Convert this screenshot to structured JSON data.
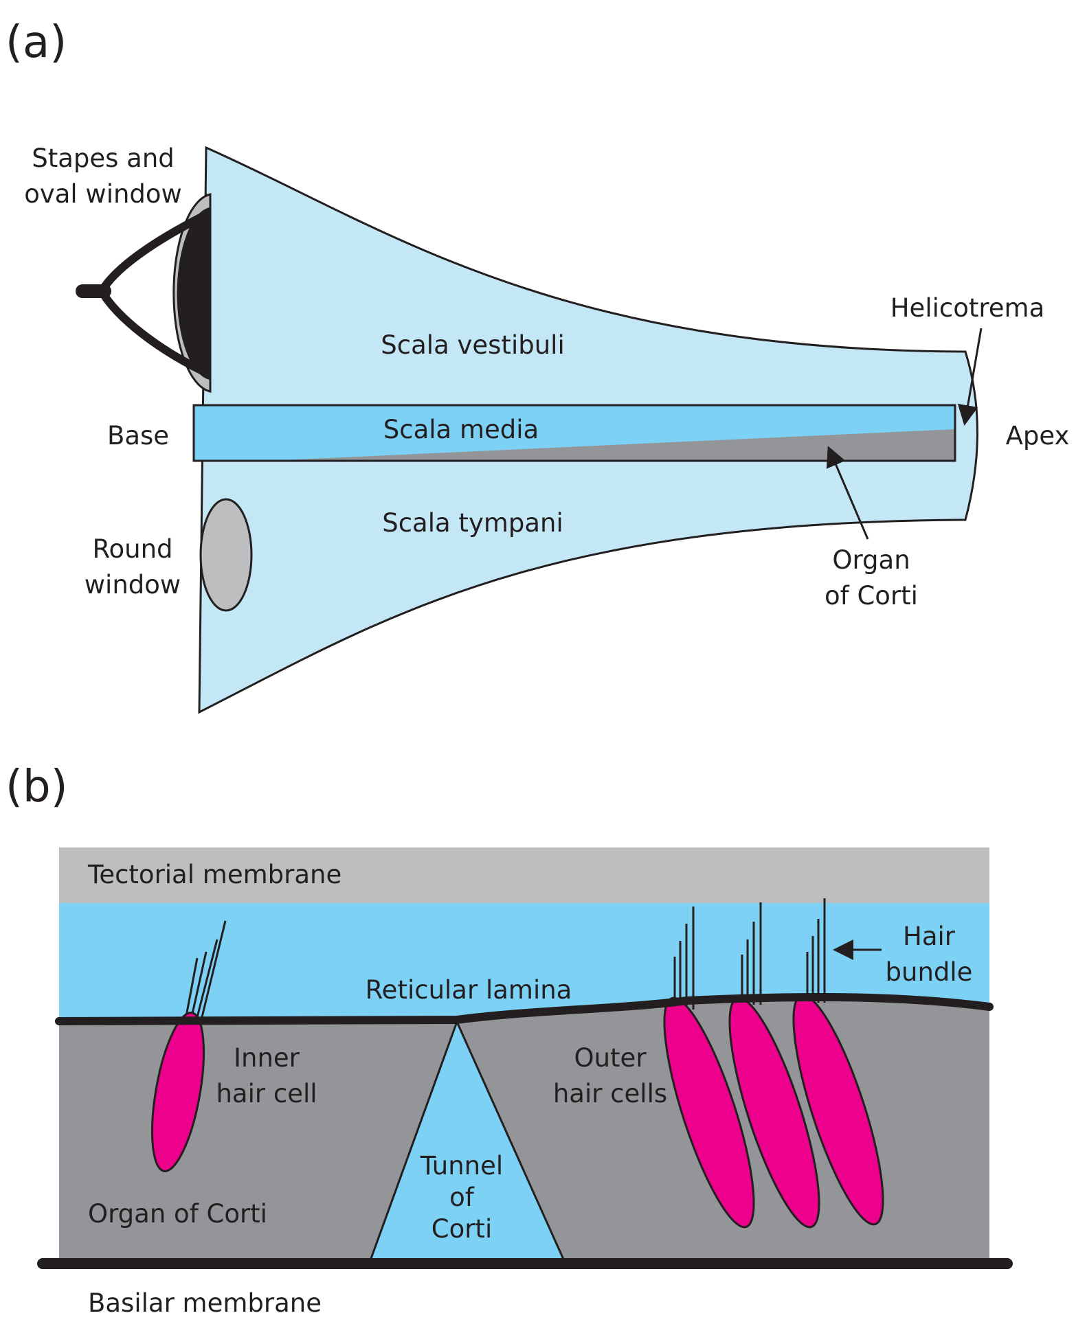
{
  "panel_a": {
    "panel_label": "(a)",
    "labels": {
      "stapes_line1": "Stapes and",
      "stapes_line2": "oval window",
      "helicotrema": "Helicotrema",
      "scala_vestibuli": "Scala vestibuli",
      "base": "Base",
      "scala_media": "Scala media",
      "apex": "Apex",
      "scala_tympani": "Scala tympani",
      "round_line1": "Round",
      "round_line2": "window",
      "organ_line1": "Organ",
      "organ_line2": "of Corti"
    }
  },
  "panel_b": {
    "panel_label": "(b)",
    "labels": {
      "tectorial": "Tectorial membrane",
      "hair_line1": "Hair",
      "hair_line2": "bundle",
      "reticular": "Reticular lamina",
      "inner_line1": "Inner",
      "inner_line2": "hair cell",
      "outer_line1": "Outer",
      "outer_line2": "hair cells",
      "tunnel_line1": "Tunnel",
      "tunnel_line2": "of",
      "tunnel_line3": "Corti",
      "organ": "Organ of Corti",
      "basilar": "Basilar membrane"
    }
  },
  "colors": {
    "fluid_light": "#c4e7f6",
    "fluid_medium": "#7dd1f5",
    "organ_gray": "#939598",
    "tectorial_gray": "#bcbec0",
    "hair_cell_magenta": "#ec008c",
    "outline": "#231f20"
  }
}
